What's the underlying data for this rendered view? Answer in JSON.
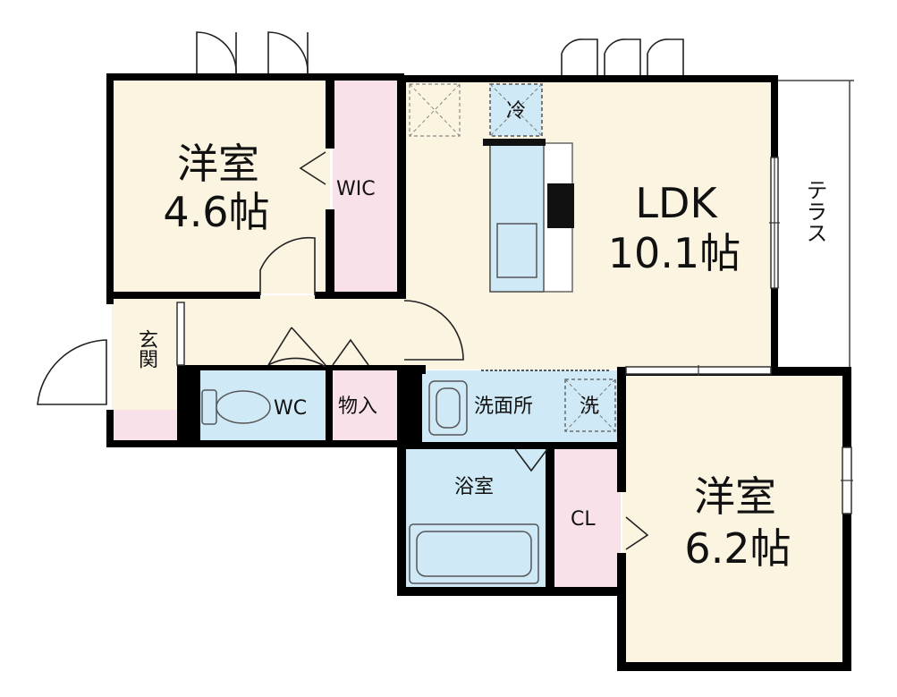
{
  "rooms": {
    "western_a": {
      "name": "洋室",
      "size": "4.6帖"
    },
    "ldk": {
      "name": "LDK",
      "size": "10.1帖"
    },
    "western_b": {
      "name": "洋室",
      "size": "6.2帖"
    }
  },
  "labels": {
    "wic": "WIC",
    "terrace": "テラス",
    "entrance": "玄関",
    "wc": "WC",
    "storage": "物入",
    "washroom": "洗面所",
    "washer": "洗",
    "bathroom": "浴室",
    "closet": "CL",
    "fridge": "冷"
  },
  "colors": {
    "room": "#fbf4e1",
    "closet": "#f9e1ea",
    "water": "#cfeaf6",
    "wall": "#000000"
  }
}
